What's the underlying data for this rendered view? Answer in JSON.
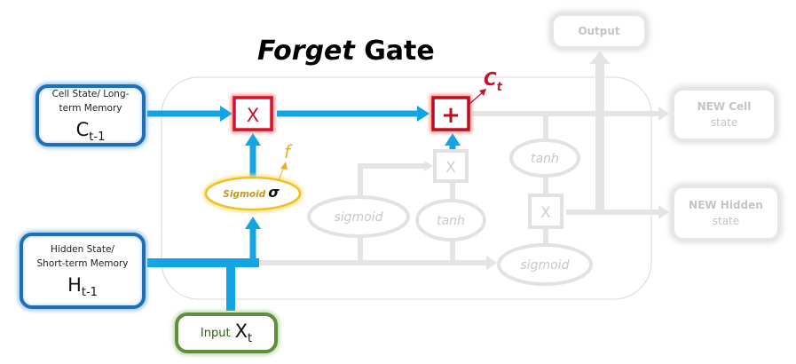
{
  "title": {
    "italic": "Forget",
    "rest": "Gate"
  },
  "inputs": {
    "cell_state": {
      "label_line1": "Cell State/ Long-",
      "label_line2": "term Memory",
      "symbol": "C",
      "subscript": "t-1"
    },
    "hidden_state": {
      "label_line1": "Hidden State/",
      "label_line2": "Short-term Memory",
      "symbol": "H",
      "subscript": "t-1"
    },
    "input": {
      "label": "Input",
      "symbol": "X",
      "subscript": "t"
    }
  },
  "forget_gate": {
    "multiply_symbol": "X",
    "add_symbol": "+",
    "sigmoid_label": "Sigmoid",
    "sigma_symbol": "σ",
    "f_label": "f",
    "ct_symbol": "C",
    "ct_subscript": "t"
  },
  "faded": {
    "input_gate_sigmoid": "sigmoid",
    "input_gate_tanh": "tanh",
    "input_gate_multiply": "X",
    "output_tanh": "tanh",
    "output_multiply": "X",
    "output_sigmoid": "sigmoid",
    "output_box": "Output",
    "new_cell_state_line1": "NEW Cell",
    "new_cell_state_line2": "state",
    "new_hidden_state_line1": "NEW Hidden",
    "new_hidden_state_line2": "state"
  },
  "colors": {
    "flow_blue": "#12a4e4",
    "box_blue": "#1f6fb8",
    "gate_red": "#c8102e",
    "sigmoid_yellow": "#f2c230",
    "input_green": "#5f8f3e",
    "faded_gray": "#e2e2e2"
  }
}
